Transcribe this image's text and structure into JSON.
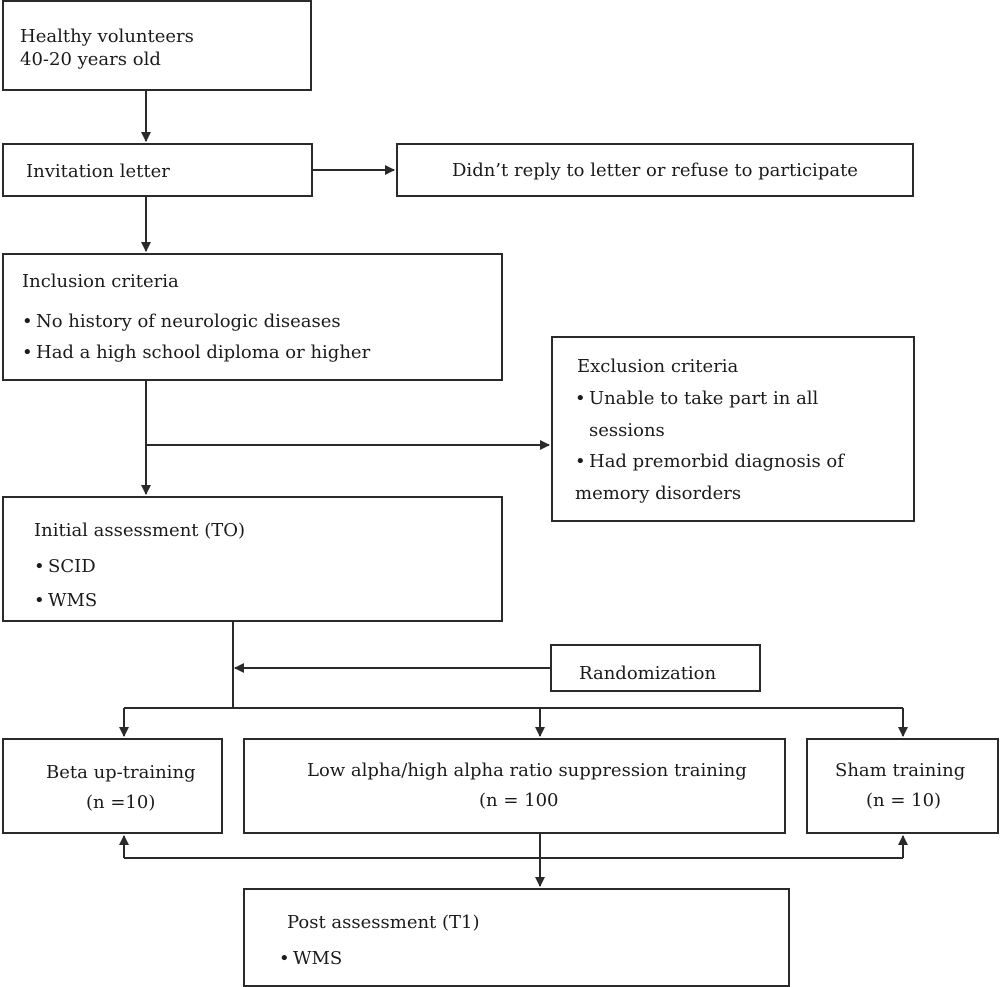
{
  "boxes": {
    "volunteers": {
      "line1": "Healthy volunteers",
      "line2": "40-20 years old"
    },
    "invitation": {
      "label": "Invitation letter"
    },
    "no_reply": {
      "label": "Didn’t reply to letter or refuse to participate"
    },
    "inclusion": {
      "title": "Inclusion criteria",
      "items": [
        "No history of neurologic diseases",
        "Had a high school diploma or higher"
      ]
    },
    "exclusion": {
      "title": "Exclusion criteria",
      "item1_line1": "Unable to take part in all",
      "item1_line2": "sessions",
      "item2_line1": "Had premorbid diagnosis of",
      "item2_line2": "memory disorders"
    },
    "initial": {
      "title": "Initial assessment (TO)",
      "items": [
        "SCID",
        "WMS"
      ]
    },
    "randomization": {
      "label": "Randomization"
    },
    "beta": {
      "line1": "Beta up-training",
      "line2": "(n =10)"
    },
    "alpha": {
      "line1": "Low alpha/high alpha ratio suppression training",
      "line2": "(n = 100"
    },
    "sham": {
      "line1": "Sham training",
      "line2": "(n = 10)"
    },
    "post": {
      "title": "Post assessment (T1)",
      "items": [
        "WMS"
      ]
    }
  },
  "bullet": "•"
}
